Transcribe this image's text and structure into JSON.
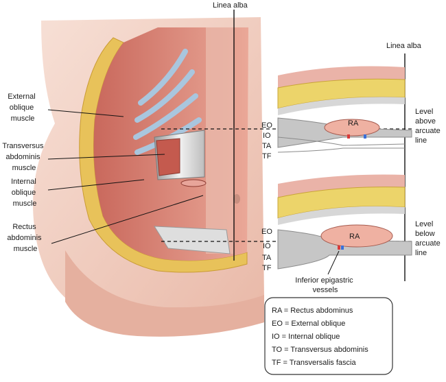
{
  "labels": {
    "linea_alba_top": "Linea alba",
    "linea_alba_right": "Linea alba",
    "external_oblique": [
      "External",
      "oblique",
      "muscle"
    ],
    "transversus": [
      "Transversus",
      "abdominis",
      "muscle"
    ],
    "internal_oblique": [
      "Internal",
      "oblique",
      "muscle"
    ],
    "rectus": [
      "Rectus",
      "abdominis",
      "muscle"
    ]
  },
  "sections": {
    "upper": {
      "layers": [
        "EO",
        "IO",
        "TA",
        "TF"
      ],
      "ra": "RA",
      "level": [
        "Level",
        "above",
        "arcuate",
        "line"
      ]
    },
    "lower": {
      "layers": [
        "EO",
        "IO",
        "TA",
        "TF"
      ],
      "ra": "RA",
      "level": [
        "Level",
        "below",
        "arcuate",
        "line"
      ]
    },
    "vessels": [
      "Inferior epigastric",
      "vessels"
    ]
  },
  "legend": [
    "RA = Rectus abdominus",
    "EO = External oblique",
    "IO = Internal oblique",
    "TO = Transversus abdominis",
    "TF = Transversalis fascia"
  ],
  "colors": {
    "skin": "#f3d2c5",
    "fat": "#e8c25a",
    "muscle": "#d98578",
    "fascia": "#c9c9c9",
    "vessel_red": "#d83a3a",
    "vessel_blue": "#3a6fd8"
  }
}
